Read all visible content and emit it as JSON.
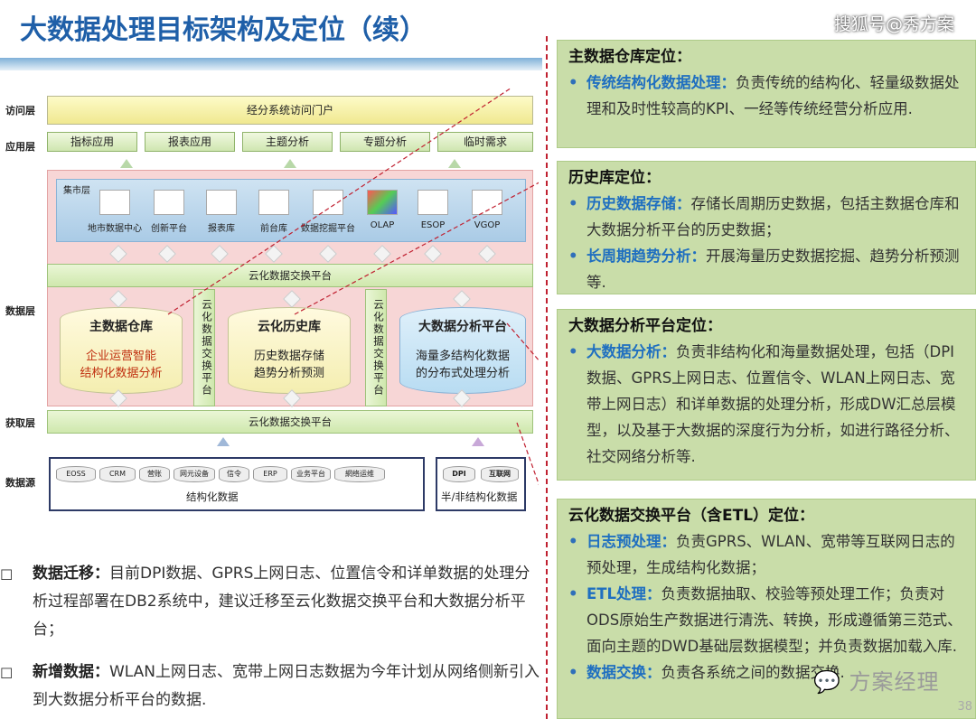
{
  "title": "大数据处理目标架构及定位（续）",
  "watermark": "搜狐号@秀方案",
  "watermark2": "方案经理",
  "page_number": "38",
  "diagram": {
    "layers": [
      "访问层",
      "应用层",
      "数据层",
      "获取层",
      "数据源"
    ],
    "portal": "经分系统访问门户",
    "apps": [
      "指标应用",
      "报表应用",
      "主题分析",
      "专题分析",
      "临时需求"
    ],
    "mart_label": "集市层",
    "marts": [
      "地市数据中心",
      "创新平台",
      "报表库",
      "前台库",
      "数据挖掘平台",
      "OLAP",
      "ESOP",
      "VGOP"
    ],
    "exchange_top": "云化数据交换平台",
    "exchange_bottom": "云化数据交换平台",
    "vertical_exchange": "云化数据交换平台",
    "stores": [
      {
        "name": "主数据仓库",
        "desc1": "企业运营智能",
        "desc2": "结构化数据分析"
      },
      {
        "name": "云化历史库",
        "desc1": "历史数据存储",
        "desc2": "趋势分析预测"
      },
      {
        "name": "大数据分析平台",
        "desc1": "海量多结构化数据",
        "desc2": "的分布式处理分析"
      }
    ],
    "sources_struct": [
      "EOSS",
      "CRM",
      "营账",
      "网元设备",
      "信令",
      "ERP",
      "业务平台",
      "網络运维"
    ],
    "sources_struct_label": "结构化数据",
    "sources_unstruct": [
      "DPI",
      "互联网"
    ],
    "sources_unstruct_label": "半/非结构化数据"
  },
  "bottom": [
    {
      "key": "数据迁移：",
      "text": "目前DPI数据、GPRS上网日志、位置信令和详单数据的处理分析过程部署在DB2系统中，建议迁移至云化数据交换平台和大数据分析平台；"
    },
    {
      "key": "新增数据：",
      "text": "WLAN上网日志、宽带上网日志数据为今年计划从网络侧新引入到大数据分析平台的数据."
    }
  ],
  "panels": [
    {
      "heading": "主数据仓库定位：",
      "items": [
        {
          "key": "传统结构化数据处理：",
          "text": "负责传统的结构化、轻量级数据处理和及时性较高的KPI、一经等传统经营分析应用."
        }
      ]
    },
    {
      "heading": "历史库定位：",
      "items": [
        {
          "key": "历史数据存储：",
          "text": "存储长周期历史数据，包括主数据仓库和大数据分析平台的历史数据；"
        },
        {
          "key": "长周期趋势分析：",
          "text": "开展海量历史数据挖掘、趋势分析预测等."
        }
      ]
    },
    {
      "heading": "大数据分析平台定位：",
      "items": [
        {
          "key": "大数据分析：",
          "text": "负责非结构化和海量数据处理，包括（DPI 数据、GPRS上网日志、位置信令、WLAN上网日志、宽带上网日志）和详单数据的处理分析，形成DW汇总层模型，以及基于大数据的深度行为分析，如进行路径分析、社交网络分析等."
        }
      ]
    },
    {
      "heading": "云化数据交换平台（含ETL）定位：",
      "items": [
        {
          "key": "日志预处理：",
          "text": "负责GPRS、WLAN、宽带等互联网日志的预处理，生成结构化数据；"
        },
        {
          "key": "ETL处理：",
          "text": "负责数据抽取、校验等预处理工作；负责对ODS原始生产数据进行清洗、转换，形成遵循第三范式、面向主题的DWD基础层数据模型；并负责数据加载入库."
        },
        {
          "key": "数据交换：",
          "text": "负责各系统之间的数据交换."
        }
      ]
    }
  ],
  "colors": {
    "title": "#1f5fa8",
    "keyword": "#1f6fc0",
    "panel_bg": "#c9dda9",
    "dashed": "#c02030"
  }
}
